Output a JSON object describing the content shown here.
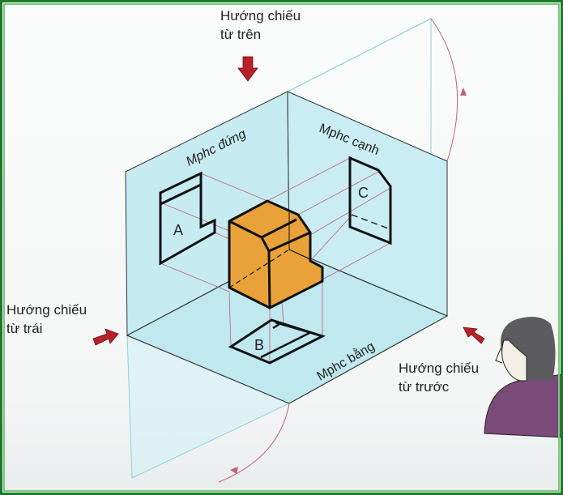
{
  "directions": {
    "top": [
      "Hướng chiếu",
      "từ trên"
    ],
    "left": [
      "Hướng chiếu",
      "từ trái"
    ],
    "front": [
      "Hướng chiếu",
      "từ trước"
    ]
  },
  "planes": {
    "front": "Mphc đứng",
    "side": "Mphc cạnh",
    "horizontal": "Mphc bằng"
  },
  "views": {
    "front": "A",
    "top": "B",
    "side": "C"
  },
  "colors": {
    "plane": "#c6ecf2",
    "object": "#e9a23a",
    "arrow": "#b8202a",
    "projection_line": "#c2607a",
    "frame": "#1e7a2a",
    "shirt": "#7a4a78"
  }
}
